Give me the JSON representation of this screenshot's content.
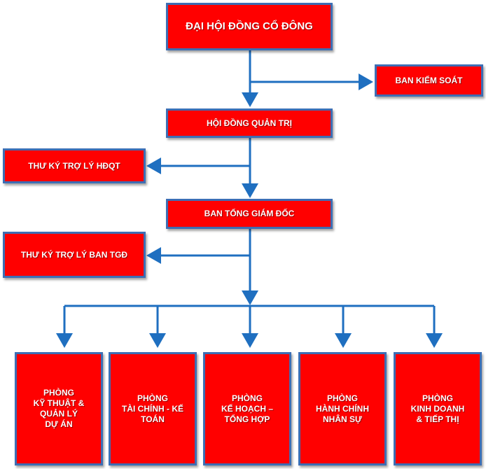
{
  "nodes": {
    "shareholders": "ĐẠI HỘI ĐỒNG CỔ ĐÔNG",
    "supervisory_board": "BAN KIỂM SOÁT",
    "board_of_directors": "HỘI ĐỒNG QUẢN TRỊ",
    "board_secretary": "THƯ KÝ TRỢ LÝ HĐQT",
    "general_management": "BAN TỔNG GIÁM ĐỐC",
    "management_secretary": "THƯ KÝ TRỢ LÝ BAN TGĐ"
  },
  "departments": [
    {
      "line1": "PHÒNG",
      "line2": "KỸ THUẬT &\nQUẢN LÝ\nDỰ ÁN"
    },
    {
      "line1": "PHÒNG",
      "line2": "TÀI CHÍNH - KẾ\nTOÁN"
    },
    {
      "line1": "PHÒNG",
      "line2": "KẾ HOẠCH –\nTỔNG HỢP"
    },
    {
      "line1": "PHÒNG",
      "line2": "HÀNH CHÍNH\nNHÂN SỰ"
    },
    {
      "line1": "PHÒNG",
      "line2": "KINH DOANH\n& TIẾP THỊ"
    }
  ],
  "colors": {
    "box_fill": "#ff0000",
    "box_border": "#3d6eb4",
    "connector": "#1f6fc0",
    "text": "#ffffff"
  }
}
